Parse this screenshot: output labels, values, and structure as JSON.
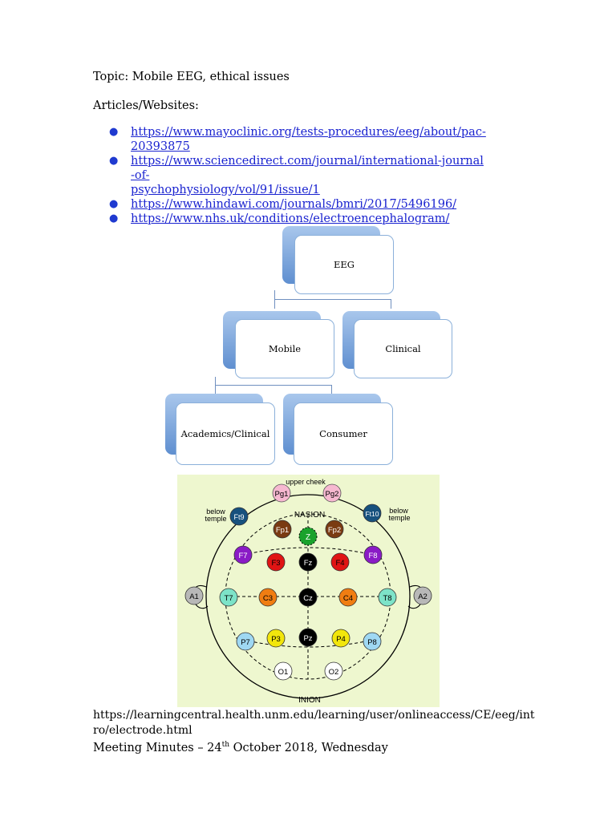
{
  "topic": "Topic: Mobile EEG, ethical issues",
  "articles_heading": "Articles/Websites:",
  "links": [
    {
      "line1": "https://www.mayoclinic.org/tests-procedures/eeg/about/pac-",
      "line2": "20393875"
    },
    {
      "line1": "https://www.sciencedirect.com/journal/international-journal-of-",
      "line2": "psychophysiology/vol/91/issue/1"
    },
    {
      "line1": "https://www.hindawi.com/journals/bmri/2017/5496196/",
      "line2": ""
    },
    {
      "line1": "https://www.nhs.uk/conditions/electroencephalogram/",
      "line2": ""
    }
  ],
  "orgchart": {
    "root": "EEG",
    "mobile": "Mobile",
    "clinical": "Clinical",
    "academics": "Academics/Clinical",
    "consumer": "Consumer"
  },
  "electrodes": {
    "top_label": "upper cheek",
    "nasion": "NASION",
    "inion": "INION",
    "left_side_label_1": "below",
    "left_side_label_2": "temple",
    "right_side_label_1": "below",
    "right_side_label_2": "temple",
    "pg1": "Pg1",
    "pg2": "Pg2",
    "ft9": "Ft9",
    "ft10": "Ft10",
    "fp1": "Fp1",
    "fp2": "Fp2",
    "z": "Z",
    "f7": "F7",
    "f3": "F3",
    "fz": "Fz",
    "f4": "F4",
    "f8": "F8",
    "a1": "A1",
    "t7": "T7",
    "c3": "C3",
    "cz": "Cz",
    "c4": "C4",
    "t8": "T8",
    "a2": "A2",
    "p7": "P7",
    "p3": "P3",
    "pz": "Pz",
    "p4": "P4",
    "p8": "P8",
    "o1": "O1",
    "o2": "O2"
  },
  "source_url_line1": "https://learningcentral.health.unm.edu/learning/user/onlineaccess/CE/eeg/int",
  "source_url_line2": "ro/electrode.html",
  "minutes_prefix": "Meeting Minutes – 24",
  "minutes_sup": "th",
  "minutes_suffix": " October 2018, Wednesday"
}
